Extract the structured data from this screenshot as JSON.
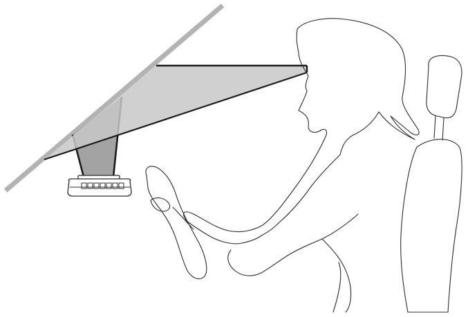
{
  "colors": {
    "background": "#ffffff",
    "windshield": "#b3b3b3",
    "light_beam": "#c8c8c8",
    "projector_beam": "#a3a3a3",
    "outline": "#2b2b2b",
    "dark_edge": "#1a1a1a"
  },
  "elements": {
    "windshield": "windshield",
    "driver": "driver-silhouette",
    "seat": "car-seat",
    "steering_wheel": "steering-wheel",
    "hud_projector": "hud-projector-unit",
    "light_path": "projected-light-beam"
  }
}
